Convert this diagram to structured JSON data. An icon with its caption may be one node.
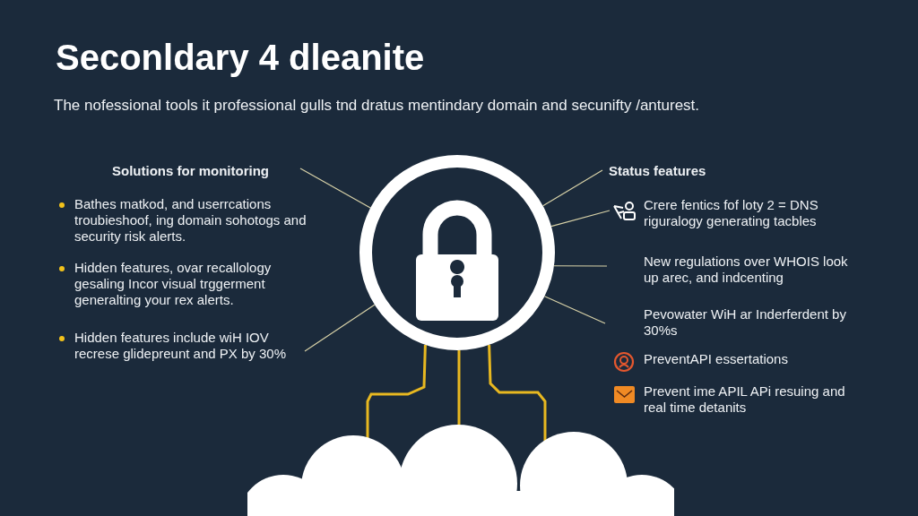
{
  "diagram": {
    "title": "Seconldary 4 dleanite",
    "nodes": [
      {
        "text": [],
        "shape": "circle"
      },
      {
        "text": [],
        "shape": "cloud"
      },
      {
        "text": [
          "Solutions for monitoring"
        ]
      },
      {
        "text": [
          "Hidden features include wiH IOV recrese glidepreunt and PX by 30%"
        ]
      },
      {
        "text": [
          "Status features"
        ]
      },
      {
        "text": [
          "Crere fentics fof loty 2 = DNS riguralogy generating tacbles"
        ]
      },
      {
        "text": [
          "New regulations over WHOIS look up arec, and indcenting"
        ]
      },
      {
        "text": [
          "Pevowater WiH ar Inderferdent by 30%s"
        ]
      }
    ],
    "edges": [
      {
        "from": 2,
        "to": 0,
        "arrow": "none"
      },
      {
        "from": 3,
        "to": 0,
        "arrow": "none"
      },
      {
        "from": 0,
        "to": 4,
        "arrow": "none"
      },
      {
        "from": 0,
        "to": 5,
        "arrow": "none"
      },
      {
        "from": 0,
        "to": 6,
        "arrow": "none"
      },
      {
        "from": 0,
        "to": 7,
        "arrow": "none"
      },
      {
        "from": 0,
        "to": 1,
        "arrow": "none",
        "style": "thick",
        "color": "#e8b820"
      },
      {
        "from": 0,
        "to": 1,
        "arrow": "none",
        "style": "thick",
        "color": "#e8b820"
      },
      {
        "from": 0,
        "to": 1,
        "arrow": "none",
        "style": "thick",
        "color": "#e8b820"
      }
    ],
    "labels": [
      "The nofessional tools it professional gulls tnd dratus mentindary domain and secunifty /anturest.",
      "Bathes matkod, and userrcations troubieshoof, ing domain sohotogs and security risk alerts.",
      "Hidden features, ovar recallology gesaling Incor visual trggerment generalting your rex alerts.",
      "PreventAPI essertations",
      "Prevent ime APIL APi resuing and real time detanits"
    ]
  }
}
